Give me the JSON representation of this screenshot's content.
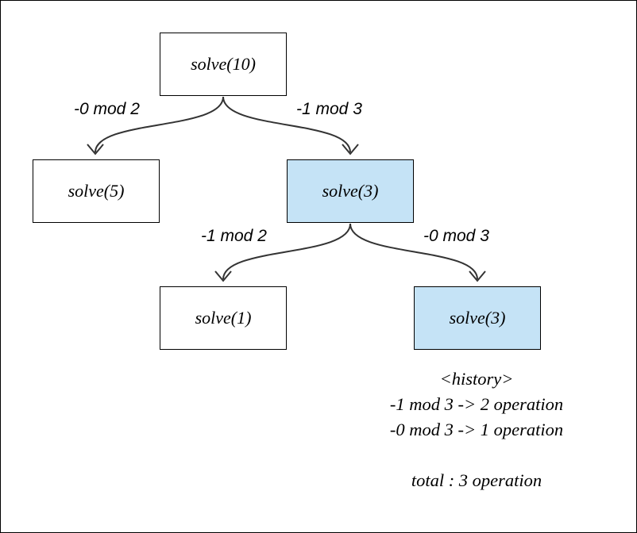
{
  "nodes": {
    "root": {
      "label": "solve(10)",
      "highlighted": false
    },
    "left1": {
      "label": "solve(5)",
      "highlighted": false
    },
    "right1": {
      "label": "solve(3)",
      "highlighted": true
    },
    "left2": {
      "label": "solve(1)",
      "highlighted": false
    },
    "right2": {
      "label": "solve(3)",
      "highlighted": true
    }
  },
  "edges": {
    "root_left": {
      "label": "-0 mod 2"
    },
    "root_right": {
      "label": "-1 mod 3"
    },
    "mid_left": {
      "label": "-1 mod 2"
    },
    "mid_right": {
      "label": "-0 mod 3"
    }
  },
  "history": {
    "title": "<history>",
    "line1": "-1 mod 3 -> 2 operation",
    "line2": "-0 mod 3 -> 1 operation",
    "total": "total : 3 operation"
  },
  "colors": {
    "highlight_fill": "#c5e3f6",
    "stroke": "#333333"
  }
}
